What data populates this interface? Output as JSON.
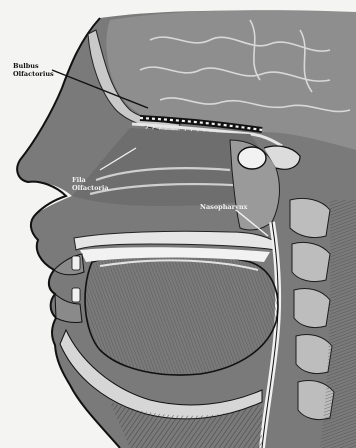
{
  "labels": {
    "bulbus_line1": "Bulbus",
    "bulbus_line2": "Olfactorius",
    "fila_line1": "Fila",
    "fila_line2": "Olfactoria",
    "nasopharynx": "Nasopharynx"
  },
  "colors": {
    "background": "#f4f4f2",
    "ink": "#111111",
    "tissue_dark": "#2e2e2e",
    "tissue_mid": "#6a6a6a",
    "tissue_light": "#a8a8a8"
  }
}
